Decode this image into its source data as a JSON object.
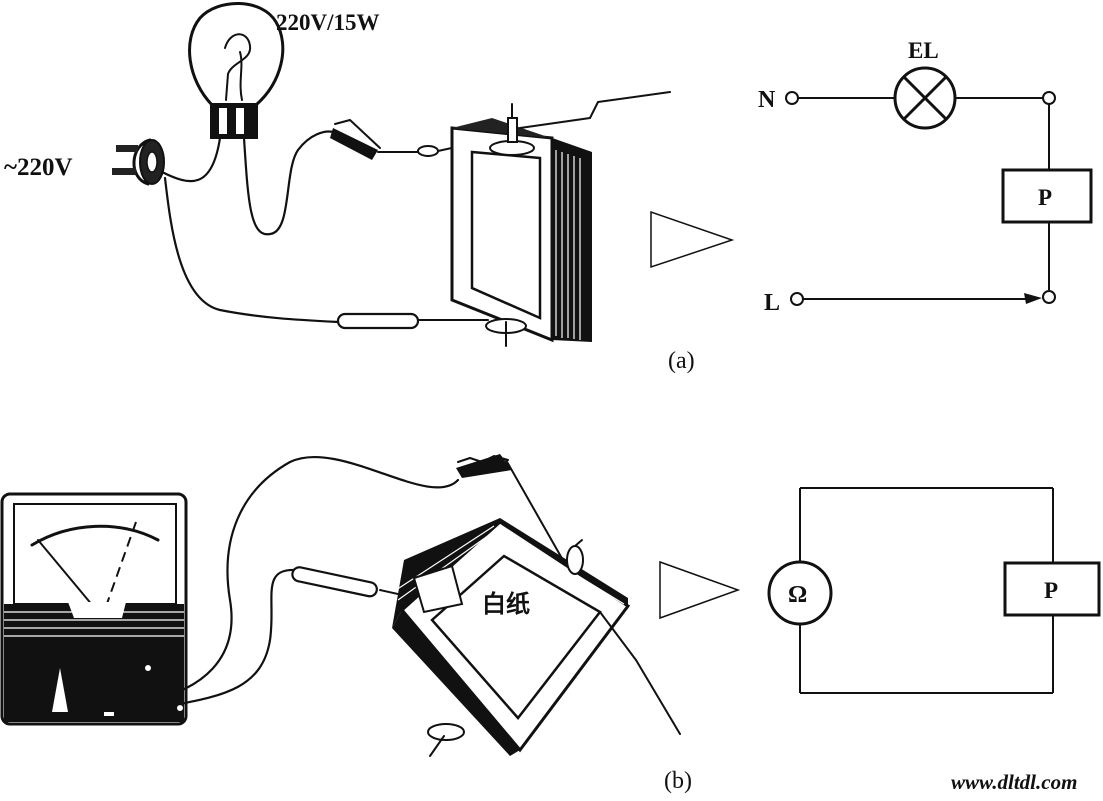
{
  "panel_a": {
    "label": "(a)",
    "mains_label": "~220V",
    "bulb_label": "220V/15W",
    "schematic": {
      "node_n": "N",
      "node_l": "L",
      "lamp": "EL",
      "device": "P"
    }
  },
  "panel_b": {
    "label": "(b)",
    "paper_label": "白纸",
    "schematic": {
      "meter": "Ω",
      "device": "P"
    }
  },
  "watermark": "www.dltdl.com"
}
